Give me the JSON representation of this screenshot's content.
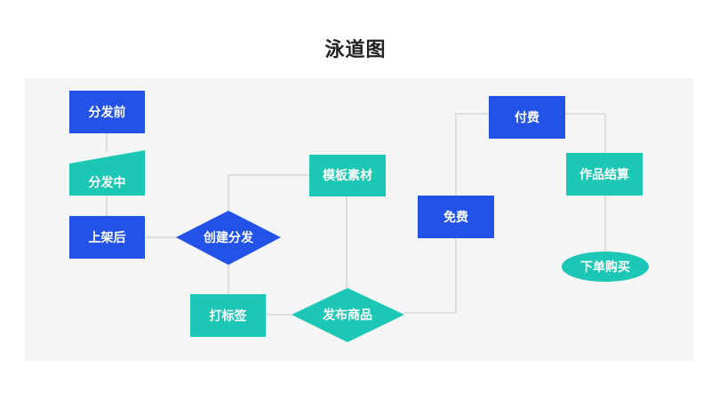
{
  "title": "泳道图",
  "colors": {
    "blue": "#2352e8",
    "teal": "#1cc7b5",
    "line": "#c6c6c6",
    "background": "#f5f5f5"
  },
  "nodes": {
    "before_distribution": "分发前",
    "during_distribution": "分发中",
    "listed": "上架后",
    "create_distribution": "创建分发",
    "template_material": "模板素材",
    "tag_sign": "打标签",
    "publish_product": "发布商品",
    "free": "免费",
    "paid": "付费",
    "work_settlement": "作品结算",
    "place_order": "下单购买"
  }
}
